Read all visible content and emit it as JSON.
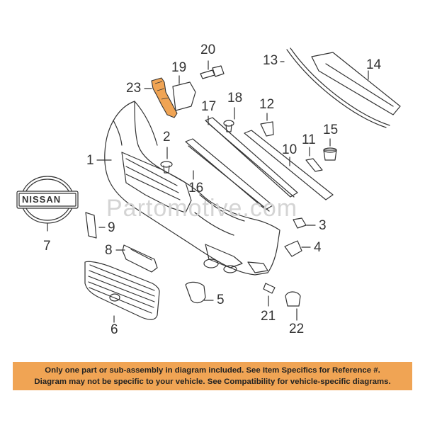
{
  "watermark": "Partomotive.com",
  "logo_text": "NISSAN",
  "callouts": {
    "c1": "1",
    "c2": "2",
    "c3": "3",
    "c4": "4",
    "c5": "5",
    "c6": "6",
    "c7": "7",
    "c8": "8",
    "c9": "9",
    "c10": "10",
    "c11": "11",
    "c12": "12",
    "c13": "13",
    "c14": "14",
    "c15": "15",
    "c16": "16",
    "c17": "17",
    "c18": "18",
    "c19": "19",
    "c20": "20",
    "c21": "21",
    "c22": "22",
    "c23": "23"
  },
  "disclaimer": {
    "line1": "Only one part or sub-assembly in diagram included. See Item Specifics for Reference #.",
    "line2": "Diagram may not be specific to your vehicle. See Compatibility for vehicle-specific diagrams."
  },
  "colors": {
    "highlight_part": "#f0a454",
    "banner": "#f0a454",
    "line": "#333333"
  }
}
